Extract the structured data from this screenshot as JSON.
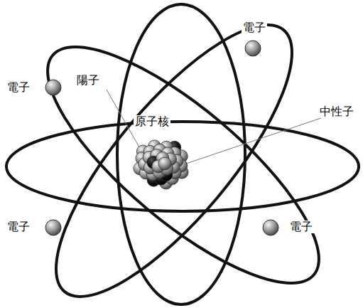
{
  "diagram": {
    "labels": [
      "電子",
      "陽子",
      "電子",
      "中性子",
      "原子核",
      "電子",
      "電子"
    ]
  }
}
